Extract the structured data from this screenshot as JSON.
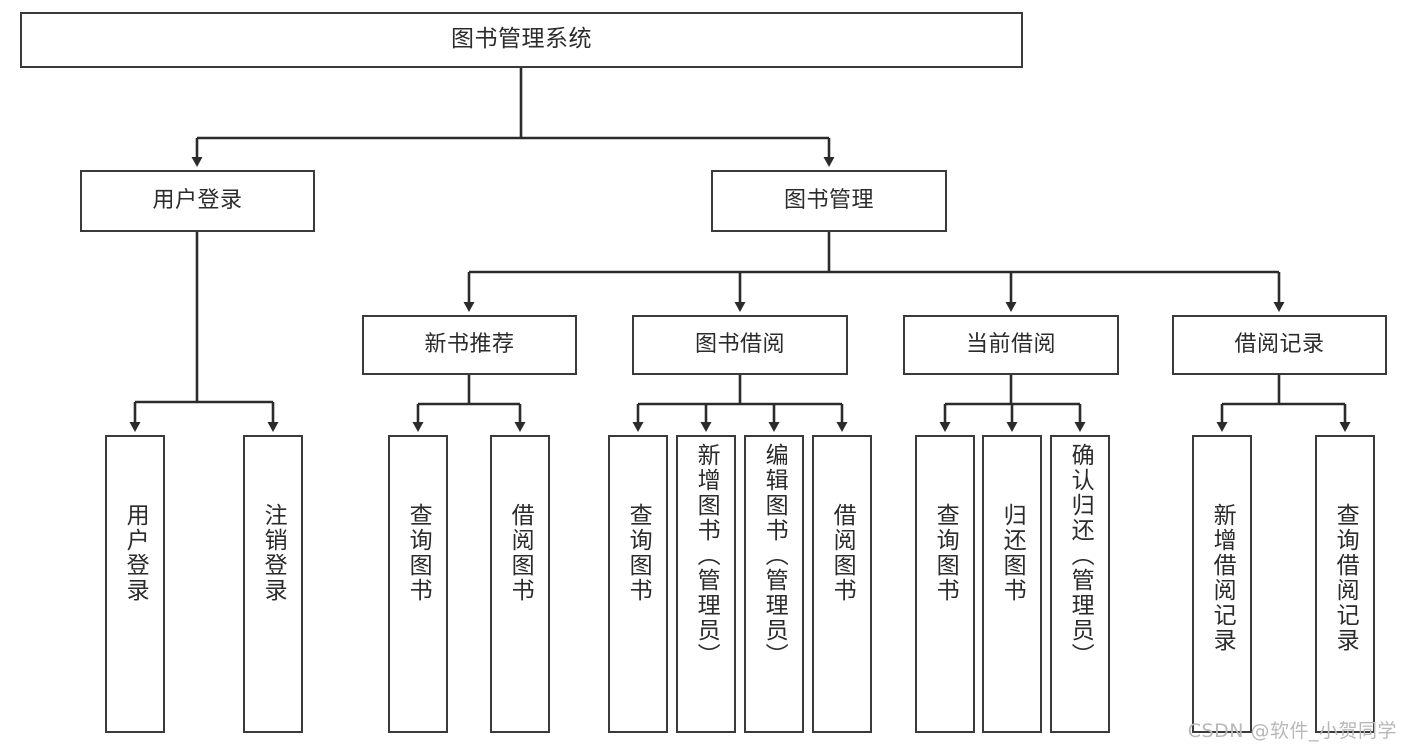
{
  "diagram": {
    "title": "图书管理系统",
    "type": "tree-hierarchy",
    "style": {
      "box_border_color": "#3a3a3a",
      "box_fill": "#ffffff",
      "edge_color": "#2b2b2b",
      "text_color": "#2b2b2b",
      "background": "#ffffff"
    },
    "root": {
      "label": "图书管理系统"
    },
    "level2": [
      {
        "label": "用户登录"
      },
      {
        "label": "图书管理"
      }
    ],
    "level3": [
      {
        "label": "新书推荐"
      },
      {
        "label": "图书借阅"
      },
      {
        "label": "当前借阅"
      },
      {
        "label": "借阅记录"
      }
    ],
    "leaves": {
      "user_login": [
        {
          "label": "用户登录"
        },
        {
          "label": "注销登录"
        }
      ],
      "new_book": [
        {
          "label": "查询图书"
        },
        {
          "label": "借阅图书"
        }
      ],
      "book_borrow": [
        {
          "label": "查询图书"
        },
        {
          "label": "新增图书（管理员）"
        },
        {
          "label": "编辑图书（管理员）"
        },
        {
          "label": "借阅图书"
        }
      ],
      "current_borrow": [
        {
          "label": "查询图书"
        },
        {
          "label": "归还图书"
        },
        {
          "label": "确认归还（管理员）"
        }
      ],
      "borrow_record": [
        {
          "label": "新增借阅记录"
        },
        {
          "label": "查询借阅记录"
        }
      ]
    }
  },
  "watermark": {
    "text": "CSDN @软件_小贺同学"
  }
}
